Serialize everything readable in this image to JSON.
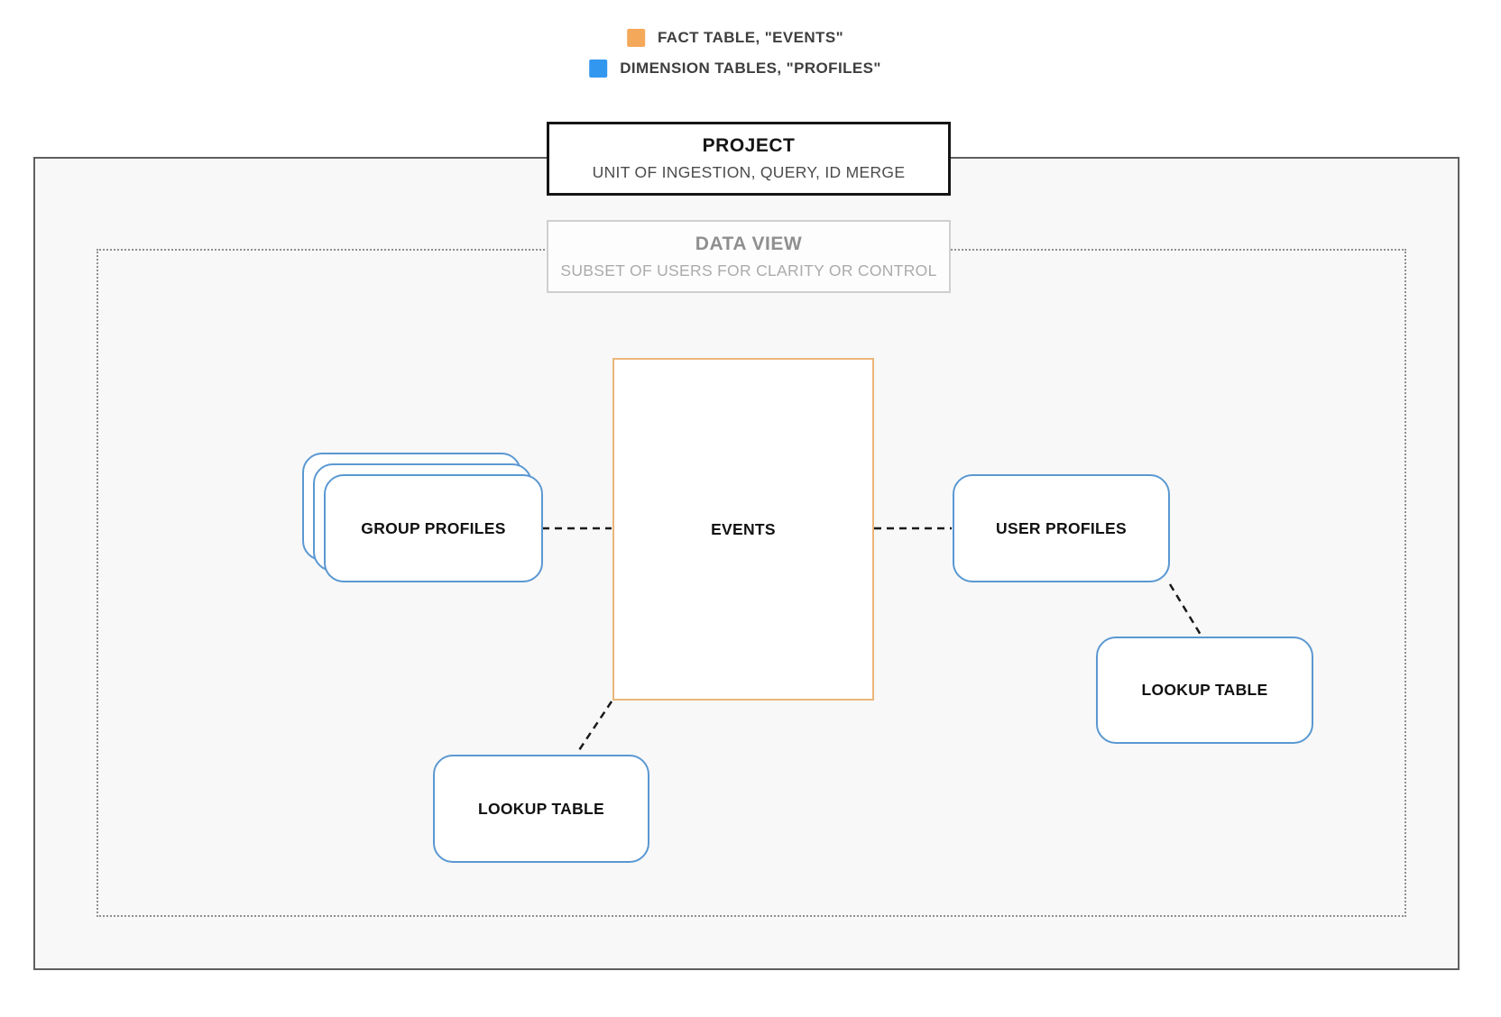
{
  "legend": {
    "items": [
      {
        "id": "fact",
        "label": "FACT TABLE, \"EVENTS\"",
        "color": "#F4A85A"
      },
      {
        "id": "dimension",
        "label": "DIMENSION TABLES, \"PROFILES\"",
        "color": "#3297EF"
      }
    ]
  },
  "project": {
    "title": "PROJECT",
    "subtitle": "UNIT OF INGESTION, QUERY, ID MERGE"
  },
  "data_view": {
    "title": "DATA VIEW",
    "subtitle": "SUBSET OF USERS FOR CLARITY OR CONTROL"
  },
  "nodes": {
    "events": {
      "label": "EVENTS",
      "type": "fact"
    },
    "group_profiles": {
      "label": "GROUP PROFILES",
      "type": "dimension"
    },
    "user_profiles": {
      "label": "USER PROFILES",
      "type": "dimension"
    },
    "lookup_table_bottom": {
      "label": "LOOKUP TABLE",
      "type": "dimension"
    },
    "lookup_table_right": {
      "label": "LOOKUP TABLE",
      "type": "dimension"
    }
  },
  "colors": {
    "fact_accent": "#F4A85A",
    "fact_border": "#EBB679",
    "dimension_accent": "#3297EF",
    "dimension_border": "#5A98D2"
  }
}
